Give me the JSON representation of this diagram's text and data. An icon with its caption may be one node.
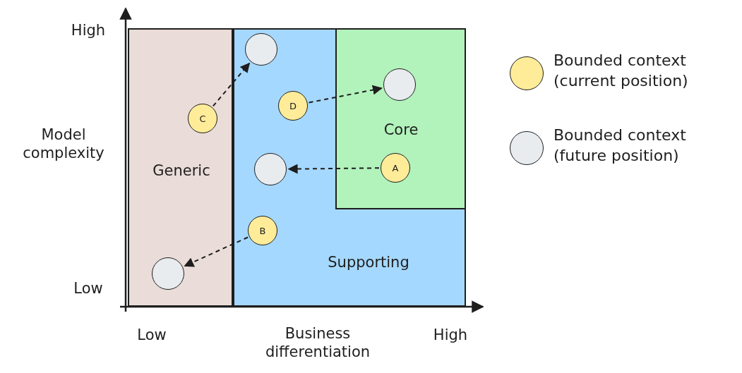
{
  "diagram": {
    "nodes": [
      {
        "text": [
          "Generic"
        ]
      },
      {
        "text": [
          "Supporting"
        ]
      },
      {
        "text": [
          "Core"
        ],
        "in": 1
      },
      {
        "text": [
          "C"
        ],
        "in": 0
      },
      {
        "text": [],
        "shape": "circle",
        "in": 1
      },
      {
        "text": [
          "D"
        ],
        "in": 1
      },
      {
        "text": [],
        "shape": "circle",
        "in": 2
      },
      {
        "text": [
          "A"
        ],
        "in": 2
      },
      {
        "text": [],
        "shape": "circle",
        "in": 1
      },
      {
        "text": [
          "B"
        ],
        "in": 1
      },
      {
        "text": [],
        "shape": "circle",
        "in": 0
      }
    ],
    "edges": [
      {
        "from": 3,
        "to": 4,
        "arrow": "to",
        "style": "dashed"
      },
      {
        "from": 5,
        "to": 6,
        "arrow": "to",
        "style": "dashed"
      },
      {
        "from": 7,
        "to": 8,
        "arrow": "to",
        "style": "dashed"
      },
      {
        "from": 9,
        "to": 10,
        "arrow": "to",
        "style": "dashed"
      }
    ],
    "labels": [
      "High",
      "Model complexity",
      "Low",
      "Low",
      "Business differentiation",
      "High"
    ],
    "legend": [
      {
        "text": "Bounded context (current position)",
        "color": "#ffec99"
      },
      {
        "text": "Bounded context (future position)",
        "color": "#e9ecef"
      }
    ]
  }
}
